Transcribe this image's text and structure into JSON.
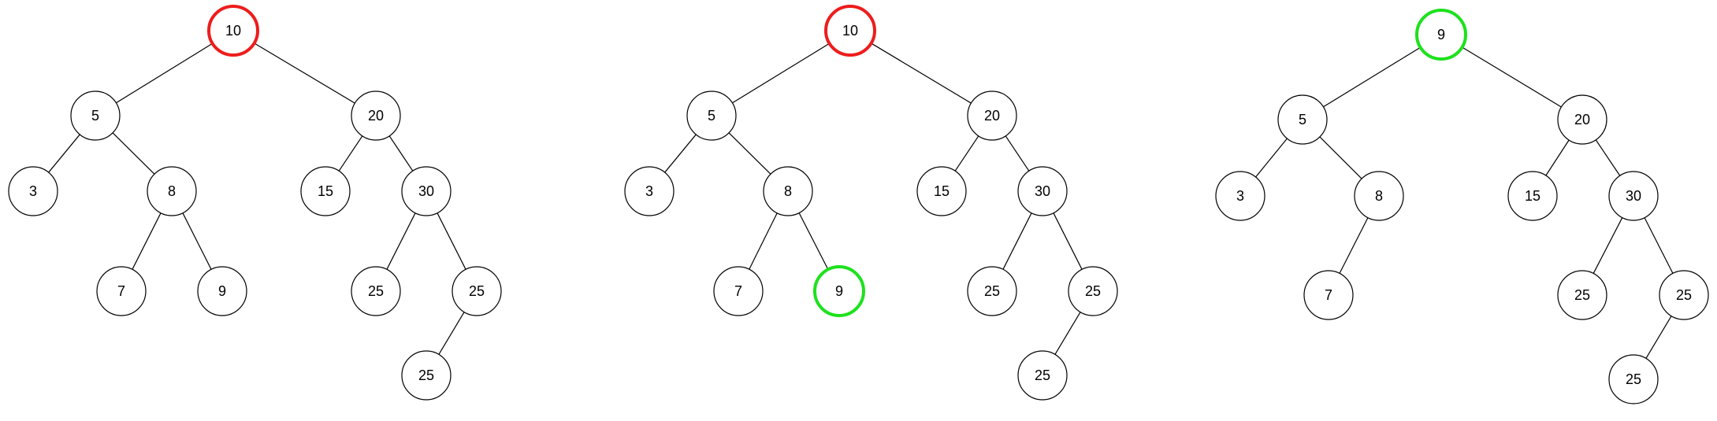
{
  "colors": {
    "default_stroke": "#000000",
    "removed_highlight": "#ee1c1c",
    "replacement_highlight": "#1de11d"
  },
  "trees": [
    {
      "id": "tree-1",
      "nodes": [
        {
          "id": "n10",
          "label": "10",
          "highlight": "removed"
        },
        {
          "id": "n5",
          "label": "5"
        },
        {
          "id": "n20",
          "label": "20"
        },
        {
          "id": "n3",
          "label": "3"
        },
        {
          "id": "n8",
          "label": "8"
        },
        {
          "id": "n15",
          "label": "15"
        },
        {
          "id": "n30",
          "label": "30"
        },
        {
          "id": "n7",
          "label": "7"
        },
        {
          "id": "n9",
          "label": "9"
        },
        {
          "id": "n25a",
          "label": "25"
        },
        {
          "id": "n25b",
          "label": "25"
        },
        {
          "id": "n25c",
          "label": "25"
        }
      ],
      "edges": [
        [
          "n10",
          "n5"
        ],
        [
          "n10",
          "n20"
        ],
        [
          "n5",
          "n3"
        ],
        [
          "n5",
          "n8"
        ],
        [
          "n20",
          "n15"
        ],
        [
          "n20",
          "n30"
        ],
        [
          "n8",
          "n7"
        ],
        [
          "n8",
          "n9"
        ],
        [
          "n30",
          "n25a"
        ],
        [
          "n30",
          "n25b"
        ],
        [
          "n25b",
          "n25c"
        ]
      ]
    },
    {
      "id": "tree-2",
      "nodes": [
        {
          "id": "n10",
          "label": "10",
          "highlight": "removed"
        },
        {
          "id": "n5",
          "label": "5"
        },
        {
          "id": "n20",
          "label": "20"
        },
        {
          "id": "n3",
          "label": "3"
        },
        {
          "id": "n8",
          "label": "8"
        },
        {
          "id": "n15",
          "label": "15"
        },
        {
          "id": "n30",
          "label": "30"
        },
        {
          "id": "n7",
          "label": "7"
        },
        {
          "id": "n9",
          "label": "9",
          "highlight": "replacement"
        },
        {
          "id": "n25a",
          "label": "25"
        },
        {
          "id": "n25b",
          "label": "25"
        },
        {
          "id": "n25c",
          "label": "25"
        }
      ],
      "edges": [
        [
          "n10",
          "n5"
        ],
        [
          "n10",
          "n20"
        ],
        [
          "n5",
          "n3"
        ],
        [
          "n5",
          "n8"
        ],
        [
          "n20",
          "n15"
        ],
        [
          "n20",
          "n30"
        ],
        [
          "n8",
          "n7"
        ],
        [
          "n8",
          "n9"
        ],
        [
          "n30",
          "n25a"
        ],
        [
          "n30",
          "n25b"
        ],
        [
          "n25b",
          "n25c"
        ]
      ]
    },
    {
      "id": "tree-3",
      "nodes": [
        {
          "id": "n9",
          "label": "9",
          "highlight": "replacement"
        },
        {
          "id": "n5",
          "label": "5"
        },
        {
          "id": "n20",
          "label": "20"
        },
        {
          "id": "n3",
          "label": "3"
        },
        {
          "id": "n8",
          "label": "8"
        },
        {
          "id": "n15",
          "label": "15"
        },
        {
          "id": "n30",
          "label": "30"
        },
        {
          "id": "n7",
          "label": "7"
        },
        {
          "id": "n25a",
          "label": "25"
        },
        {
          "id": "n25b",
          "label": "25"
        },
        {
          "id": "n25c",
          "label": "25"
        }
      ],
      "edges": [
        [
          "n9",
          "n5"
        ],
        [
          "n9",
          "n20"
        ],
        [
          "n5",
          "n3"
        ],
        [
          "n5",
          "n8"
        ],
        [
          "n20",
          "n15"
        ],
        [
          "n20",
          "n30"
        ],
        [
          "n8",
          "n7"
        ],
        [
          "n30",
          "n25a"
        ],
        [
          "n30",
          "n25b"
        ],
        [
          "n25b",
          "n25c"
        ]
      ]
    }
  ]
}
